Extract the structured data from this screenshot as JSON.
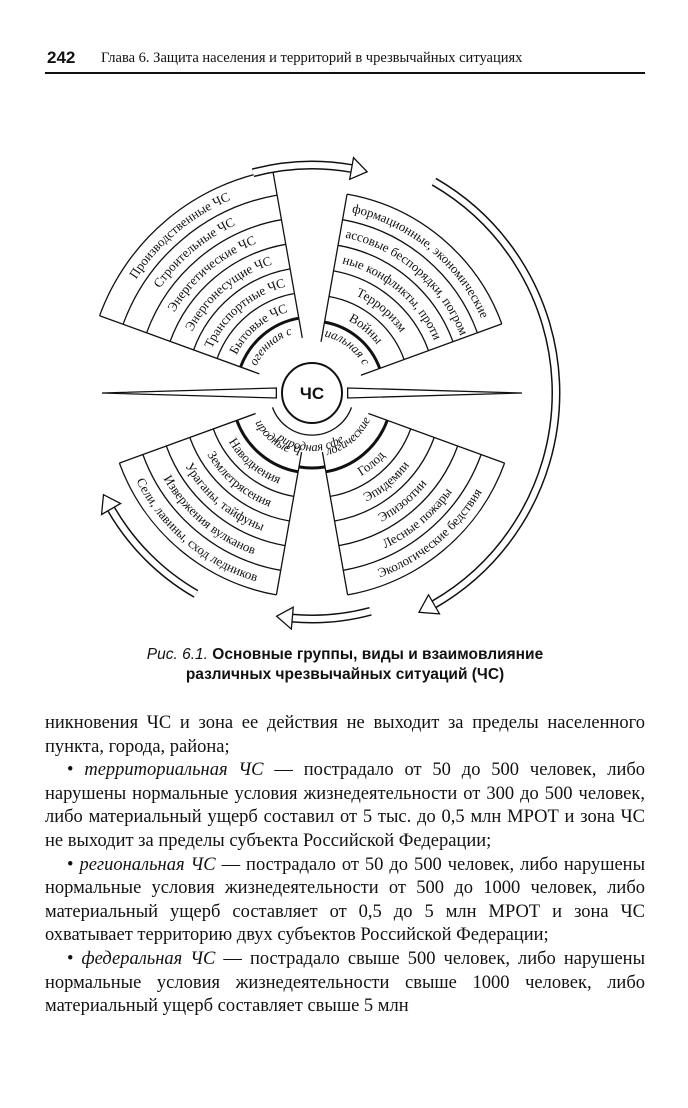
{
  "header": {
    "page_number": "242",
    "running_head": "Глава 6. Защита населения и территорий в чрезвычайных ситуациях"
  },
  "figure": {
    "center": "ЧС",
    "spheres": {
      "technogenic": "Техногенная сфера",
      "natural": "Природная сфера",
      "social": "Социальная сфера",
      "natural_ch": "Природные ЧС",
      "biological_ch": "Биологические ЧС"
    },
    "technogenic_items": [
      "Бытовые ЧС",
      "Транспортные ЧС",
      "Энергонесущие ЧС",
      "Энергетические ЧС",
      "Строительные ЧС",
      "Производственные ЧС"
    ],
    "social_items": [
      "Войны",
      "Терроризм",
      "Вооруженные конфликты, противостояния",
      "Массовые беспорядки, погромы",
      "Информационные, экономические ЧС"
    ],
    "natural_items": [
      "Наводнения",
      "Землетрясения",
      "Ураганы, тайфуны",
      "Извержения вулканов",
      "Сели, лавины, сход ледников"
    ],
    "biological_items": [
      "Голод",
      "Эпидемии",
      "Эпизоотии",
      "Лесные пожары",
      "Экологические бедствия"
    ]
  },
  "caption": {
    "prefix": "Рис. 6.1.",
    "line1": "Основные группы, виды и взаимовлияние",
    "line2": "различных чрезвычайных ситуаций (ЧС)"
  },
  "body": {
    "p1": "никновения ЧС и зона ее действия не выходит за пределы населенного пункта, города, района;",
    "p2_term": "территориальная ЧС",
    "p2_text": " — пострадало от 50 до 500 человек, либо нарушены нормальные условия жизнедеятельности от 300 до 500 человек, либо материальный ущерб составил от 5 тыс. до 0,5 млн МРОТ и зона ЧС не выходит за пределы субъекта Российской Федерации;",
    "p3_term": "региональная ЧС",
    "p3_text": " — пострадало от 50 до 500 человек, либо нарушены нормальные условия жизнедеятельности от 500 до 1000 человек, либо материальный ущерб составляет от 0,5 до 5 млн МРОТ и зона ЧС охватывает территорию двух субъектов Российской Федерации;",
    "p4_term": "федеральная ЧС",
    "p4_text": " — пострадало свыше 500 человек, либо нарушены нормальные условия жизнедеятельности свыше 1000 человек, либо материальный ущерб составляет свыше 5 млн",
    "bullet": "•"
  }
}
